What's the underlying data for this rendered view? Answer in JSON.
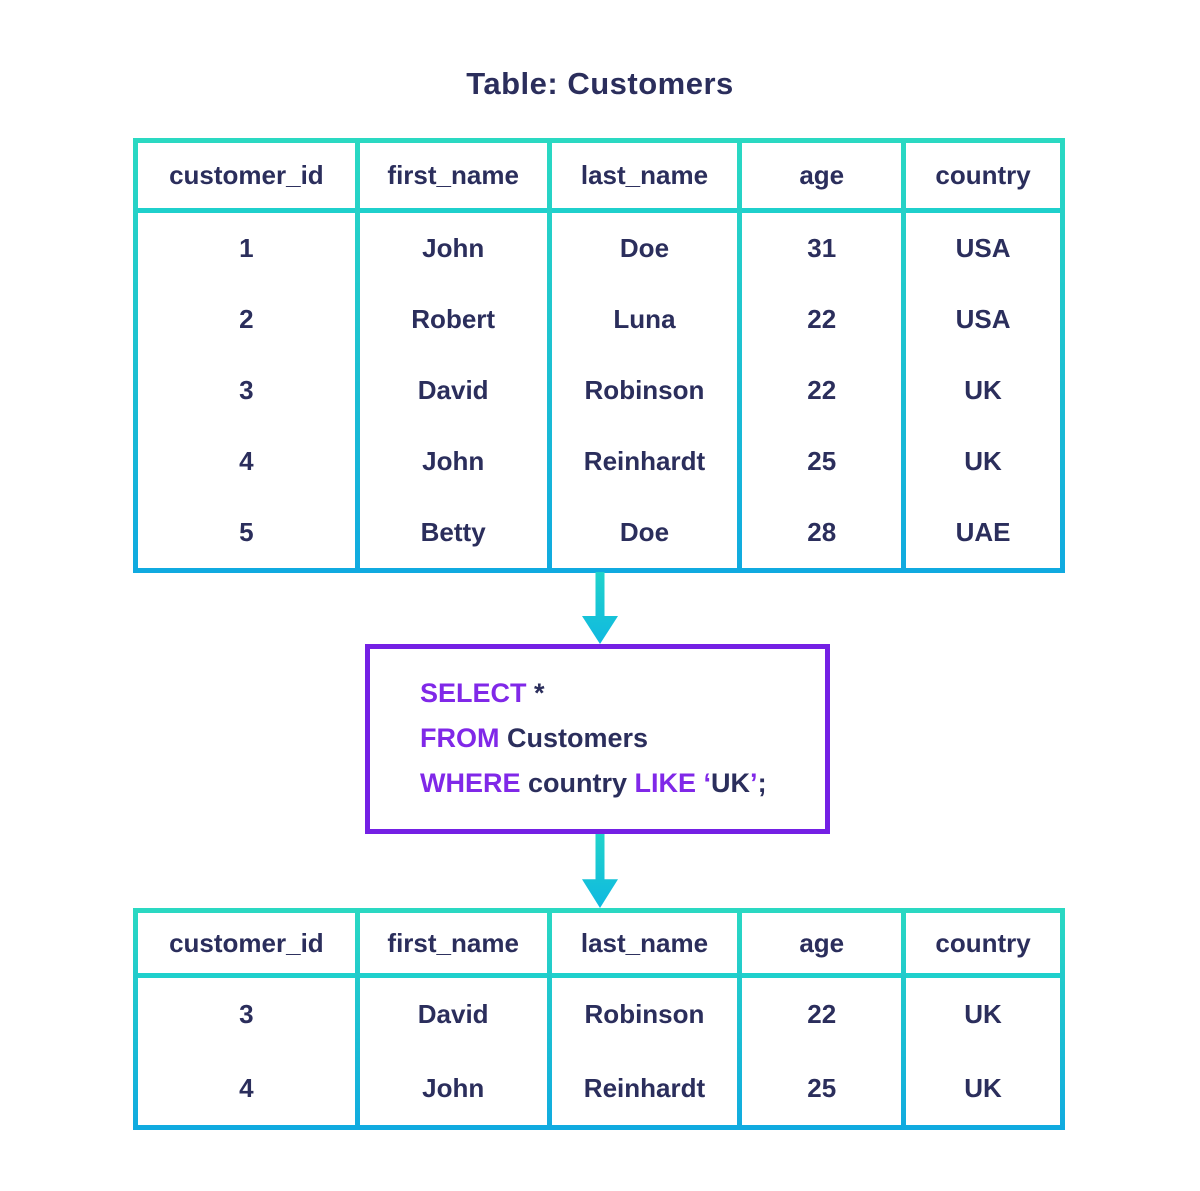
{
  "page": {
    "title": "Table: Customers"
  },
  "colors": {
    "background": "#ffffff",
    "navy": "#2b2e5c",
    "keyword": "#8028e8",
    "box_border": "#7420e4",
    "teal_top": "#2ad9c2",
    "blue_bottom": "#10aae0",
    "separator": "#1fd0cc",
    "arrow_top": "#20d2cb",
    "arrow_bottom": "#10b9e0"
  },
  "icons": {
    "flow_arrow": "arrow-down-icon"
  },
  "tables": {
    "source": {
      "columns": [
        "customer_id",
        "first_name",
        "last_name",
        "age",
        "country"
      ],
      "rows": [
        [
          "1",
          "John",
          "Doe",
          "31",
          "USA"
        ],
        [
          "2",
          "Robert",
          "Luna",
          "22",
          "USA"
        ],
        [
          "3",
          "David",
          "Robinson",
          "22",
          "UK"
        ],
        [
          "4",
          "John",
          "Reinhardt",
          "25",
          "UK"
        ],
        [
          "5",
          "Betty",
          "Doe",
          "28",
          "UAE"
        ]
      ]
    },
    "result": {
      "columns": [
        "customer_id",
        "first_name",
        "last_name",
        "age",
        "country"
      ],
      "rows": [
        [
          "3",
          "David",
          "Robinson",
          "22",
          "UK"
        ],
        [
          "4",
          "John",
          "Reinhardt",
          "25",
          "UK"
        ]
      ]
    }
  },
  "query": {
    "text": "SELECT * FROM Customers WHERE country LIKE ‘UK’;",
    "lines": [
      {
        "tokens": [
          {
            "t": "SELECT",
            "c": "kw"
          },
          {
            "t": " *",
            "c": "id"
          }
        ]
      },
      {
        "tokens": [
          {
            "t": "FROM",
            "c": "kw"
          },
          {
            "t": " Customers",
            "c": "id"
          }
        ]
      },
      {
        "tokens": [
          {
            "t": "WHERE",
            "c": "kw"
          },
          {
            "t": " country ",
            "c": "id"
          },
          {
            "t": "LIKE",
            "c": "kw"
          },
          {
            "t": " ‘",
            "c": "kw"
          },
          {
            "t": "UK",
            "c": "id"
          },
          {
            "t": "’",
            "c": "kw"
          },
          {
            "t": ";",
            "c": "id"
          }
        ]
      }
    ]
  }
}
